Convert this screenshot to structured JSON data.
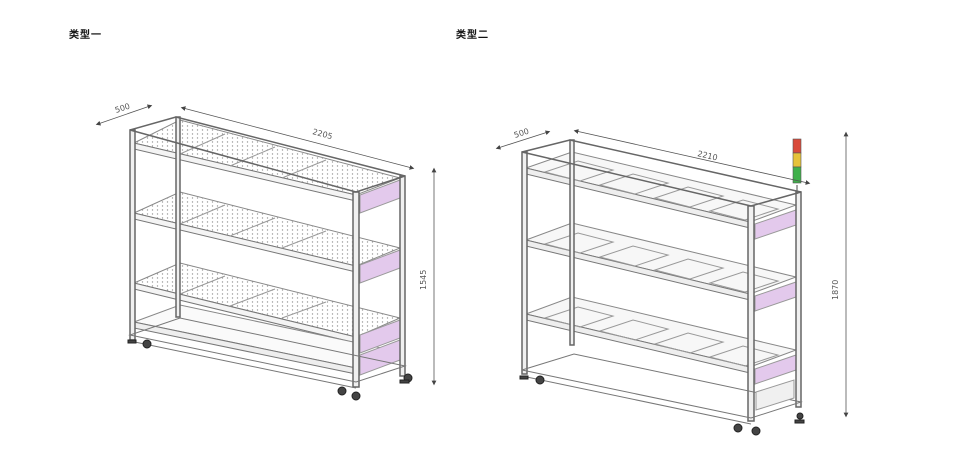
{
  "types": [
    {
      "label": "类型一",
      "dims": {
        "depth": "500",
        "length": "2205",
        "height": "1545"
      },
      "tiers": 4
    },
    {
      "label": "类型二",
      "dims": {
        "depth": "500",
        "length": "2210",
        "height": "1870"
      },
      "tiers": 4,
      "signal_light": [
        "red",
        "yellow",
        "green"
      ]
    }
  ],
  "colors": {
    "frame": "#7a7a7a",
    "accent_purple": "#e3c9ec",
    "light_red": "#d94a3a",
    "light_yellow": "#e6c23a",
    "light_green": "#3fb04a"
  }
}
